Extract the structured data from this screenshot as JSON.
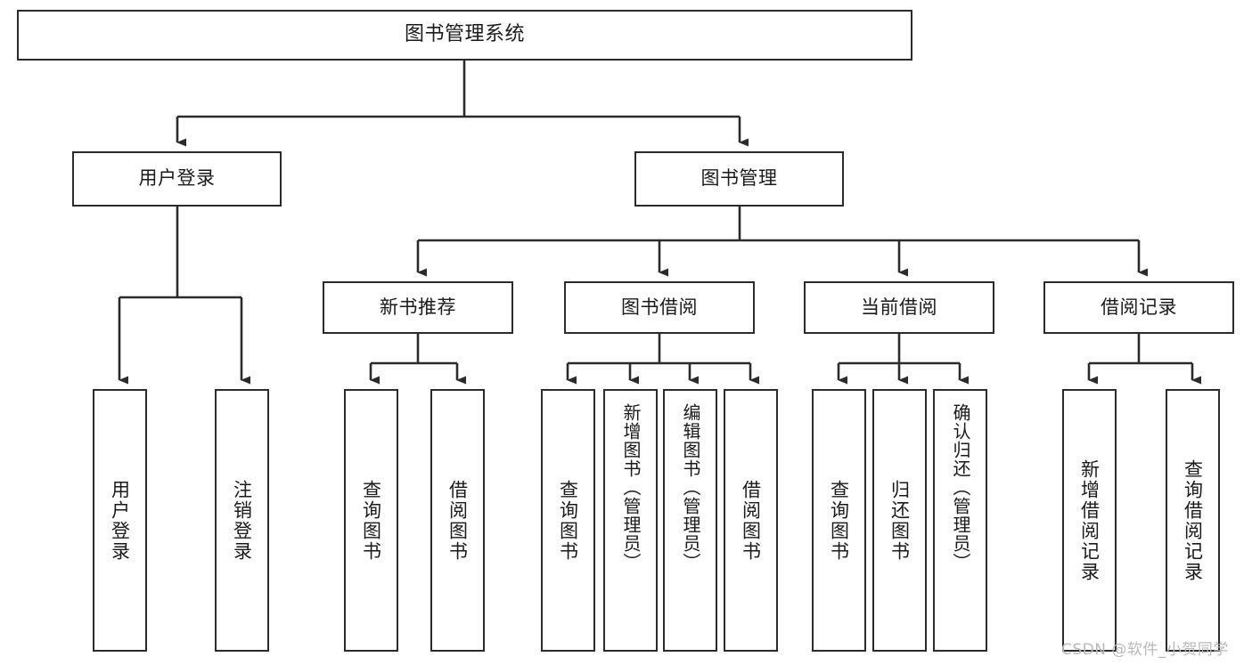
{
  "diagram": {
    "type": "tree-hierarchy",
    "title": "图书管理系统",
    "watermark": "CSDN @软件_小贺同学",
    "style": {
      "box_fill": "#ffffff",
      "box_stroke": "#2b2b2b",
      "line_color": "#2b2b2b",
      "text_color": "#1a1a1a",
      "watermark_color": "#b9b9b9",
      "background": "#ffffff"
    },
    "nodes": {
      "root": {
        "label": "图书管理系统",
        "level": 0
      },
      "l1": [
        {
          "id": "user_login",
          "label": "用户登录",
          "level": 1
        },
        {
          "id": "book_mgmt",
          "label": "图书管理",
          "level": 1
        }
      ],
      "l2": [
        {
          "id": "new_book_rec",
          "label": "新书推荐",
          "level": 2,
          "parent": "book_mgmt"
        },
        {
          "id": "book_borrow",
          "label": "图书借阅",
          "level": 2,
          "parent": "book_mgmt"
        },
        {
          "id": "current_borrow",
          "label": "当前借阅",
          "level": 2,
          "parent": "book_mgmt"
        },
        {
          "id": "borrow_record",
          "label": "借阅记录",
          "level": 2,
          "parent": "book_mgmt"
        }
      ],
      "leaves": [
        {
          "id": "leaf_user_login",
          "label": "用户登录",
          "parent": "user_login"
        },
        {
          "id": "leaf_user_logout",
          "label": "注销登录",
          "parent": "user_login"
        },
        {
          "id": "leaf_rec_query",
          "label": "查询图书",
          "parent": "new_book_rec"
        },
        {
          "id": "leaf_rec_borrow",
          "label": "借阅图书",
          "parent": "new_book_rec"
        },
        {
          "id": "leaf_borrow_query",
          "label": "查询图书",
          "parent": "book_borrow"
        },
        {
          "id": "leaf_borrow_add",
          "label": "新增图书（管理员）",
          "parent": "book_borrow"
        },
        {
          "id": "leaf_borrow_edit",
          "label": "编辑图书（管理员）",
          "parent": "book_borrow"
        },
        {
          "id": "leaf_borrow_do",
          "label": "借阅图书",
          "parent": "book_borrow"
        },
        {
          "id": "leaf_cur_query",
          "label": "查询图书",
          "parent": "current_borrow"
        },
        {
          "id": "leaf_cur_return",
          "label": "归还图书",
          "parent": "current_borrow"
        },
        {
          "id": "leaf_cur_confirm",
          "label": "确认归还（管理员）",
          "parent": "current_borrow"
        },
        {
          "id": "leaf_rec_add",
          "label": "新增借阅记录",
          "parent": "borrow_record"
        },
        {
          "id": "leaf_rec_search",
          "label": "查询借阅记录",
          "parent": "borrow_record"
        }
      ]
    }
  }
}
